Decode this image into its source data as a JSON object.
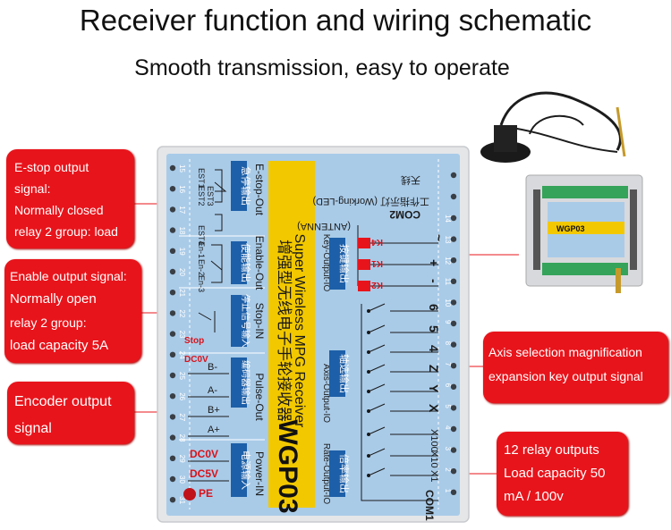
{
  "header": {
    "title": "Receiver function and wiring schematic",
    "subtitle": "Smooth transmission, easy to operate"
  },
  "callouts": {
    "estop": [
      "E-stop output",
      "signal:",
      "Normally closed",
      "relay 2 group: load"
    ],
    "enable": [
      "Enable output signal:",
      "Normally open",
      "relay 2 group:",
      "load capacity 5A"
    ],
    "encoder": [
      "Encoder output",
      "signal"
    ],
    "axis": [
      "Axis selection magnification",
      "expansion key output signal"
    ],
    "relay": [
      "12 relay outputs",
      "Load capacity 50",
      "mA / 100v"
    ]
  },
  "board": {
    "model": "WGP03",
    "name_cn": "增强型无线电子手轮接收器",
    "name_en": "Super Wireless MPG Receiver",
    "antenna": "(ANTENNA)",
    "antenna_cn": "天线",
    "working_led": "工作指示灯 (Working-LED)",
    "estop_section": {
      "label": "E-stop-Out",
      "cn": "急停输出",
      "pins": [
        "EST1",
        "EST2",
        "EST3",
        "EST4"
      ]
    },
    "enable_section": {
      "label": "Enable-Out",
      "cn": "使能输出",
      "pins": [
        "En-1",
        "En-2",
        "En-3"
      ]
    },
    "stop_section": {
      "label": "Stop-IN",
      "cn": "停止信号输入",
      "stop": "Stop",
      "dc0v": "DC0V"
    },
    "pulse_section": {
      "label": "Pulse-Out",
      "cn": "编码器输出",
      "pins": [
        "B-",
        "A-",
        "B+",
        "A+"
      ]
    },
    "power_section": {
      "label": "Power-IN",
      "cn": "电源输入",
      "dc0v": "DC0V",
      "dc5v": "DC5V",
      "pe": "PE"
    },
    "key_section": {
      "label": "Key-Output-IO",
      "cn": "按键输出",
      "com": "COM2",
      "keys": [
        "K4",
        "K1",
        "K2"
      ],
      "symbols": [
        "~",
        "+",
        "-"
      ]
    },
    "axis_section": {
      "label": "Axis-Output-IO",
      "cn": "轴选输出",
      "axes": [
        "6",
        "5",
        "4",
        "Z",
        "Y",
        "X"
      ]
    },
    "rate_section": {
      "label": "Rate-Output-IO",
      "cn": "倍率输出",
      "rates": [
        "X100",
        "X10",
        "X1"
      ],
      "com": "COM1"
    },
    "left_pins": [
      "15",
      "16",
      "17",
      "18",
      "19",
      "20",
      "21",
      "22",
      "23",
      "24",
      "25",
      "26",
      "27",
      "28",
      "29",
      "30",
      "31"
    ],
    "right_pins": [
      "14",
      "13",
      "12",
      "11",
      "10",
      "9",
      "8",
      "7",
      "6",
      "5",
      "4",
      "3",
      "2",
      "1"
    ]
  },
  "photo": {
    "model": "WGP03"
  },
  "colors": {
    "callout": "#e8141b",
    "board_bg": "#a9cbe8",
    "board_frame": "#e4e6e8",
    "label_tag": "#1d5fa8",
    "yellow_band": "#f2c800"
  }
}
